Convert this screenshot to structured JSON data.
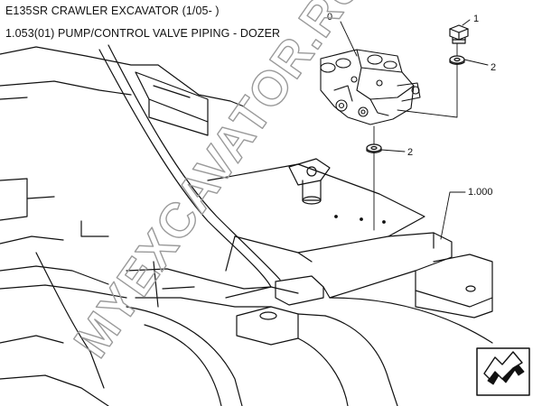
{
  "header": {
    "title": "E135SR CRAWLER EXCAVATOR (1/05- )",
    "subtitle": "1.053(01) PUMP/CONTROL VALVE PIPING - DOZER"
  },
  "callouts": {
    "valve": "0",
    "bolt": "1",
    "washer_top": "2",
    "washer_bottom": "2",
    "frame": "1.000"
  },
  "watermark": {
    "text": "MYEXCAVATOR.RU"
  },
  "nav": {
    "next_arrow_icon": "next-page-arrow-icon"
  }
}
